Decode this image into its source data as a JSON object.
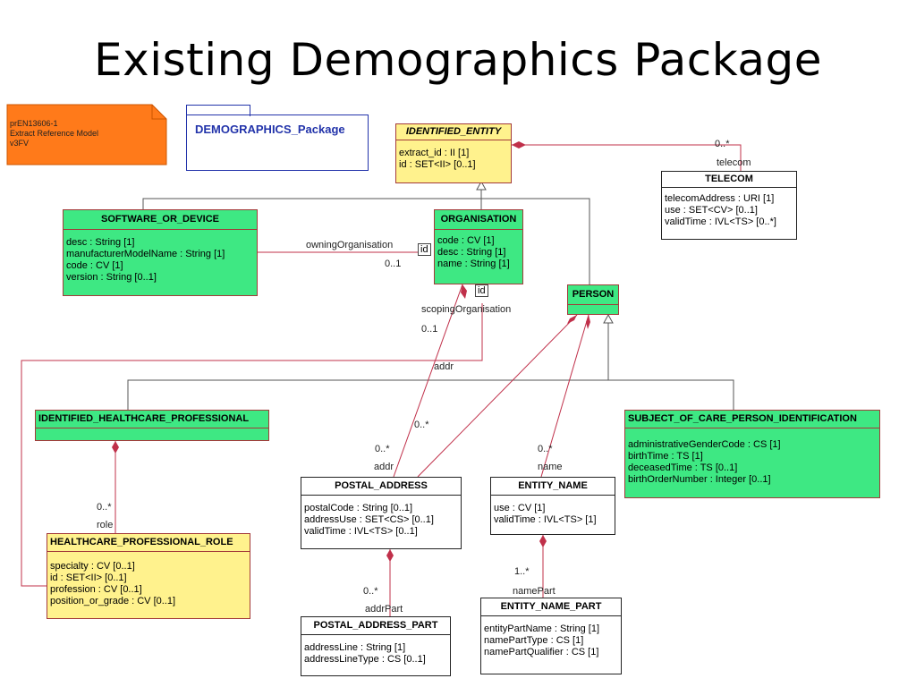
{
  "title": "Existing Demographics Package",
  "note": {
    "lines": [
      "prEN13606-1",
      " Extract Reference Model",
      "v3FV"
    ]
  },
  "package": {
    "name": "DEMOGRAPHICS_Package"
  },
  "classes": {
    "identified_entity": {
      "name": "IDENTIFIED_ENTITY",
      "attrs": [
        "extract_id : II [1]",
        "id : SET<II> [0..1]"
      ]
    },
    "telecom": {
      "name": "TELECOM",
      "attrs": [
        "telecomAddress : URI [1]",
        "use : SET<CV> [0..1]",
        "validTime : IVL<TS> [0..*]"
      ]
    },
    "software_or_device": {
      "name": "SOFTWARE_OR_DEVICE",
      "attrs": [
        "desc : String [1]",
        "manufacturerModelName : String [1]",
        "code : CV [1]",
        "version : String [0..1]"
      ]
    },
    "organisation": {
      "name": "ORGANISATION",
      "attrs": [
        "code : CV [1]",
        "desc : String [1]",
        "name : String [1]"
      ]
    },
    "person": {
      "name": "PERSON"
    },
    "identified_healthcare_professional": {
      "name": "IDENTIFIED_HEALTHCARE_PROFESSIONAL"
    },
    "subject_of_care": {
      "name": "SUBJECT_OF_CARE_PERSON_IDENTIFICATION",
      "attrs": [
        "administrativeGenderCode : CS [1]",
        "birthTime : TS [1]",
        "deceasedTime : TS [0..1]",
        "birthOrderNumber : Integer [0..1]"
      ]
    },
    "healthcare_professional_role": {
      "name": "HEALTHCARE_PROFESSIONAL_ROLE",
      "attrs": [
        "specialty : CV [0..1]",
        "id : SET<II> [0..1]",
        "profession : CV [0..1]",
        "position_or_grade : CV [0..1]"
      ]
    },
    "postal_address": {
      "name": "POSTAL_ADDRESS",
      "attrs": [
        "postalCode : String [0..1]",
        "addressUse : SET<CS> [0..1]",
        "validTime : IVL<TS> [0..1]"
      ]
    },
    "entity_name": {
      "name": "ENTITY_NAME",
      "attrs": [
        "use : CV [1]",
        "validTime : IVL<TS> [1]"
      ]
    },
    "postal_address_part": {
      "name": "POSTAL_ADDRESS_PART",
      "attrs": [
        "addressLine : String [1]",
        "addressLineType : CS [0..1]"
      ]
    },
    "entity_name_part": {
      "name": "ENTITY_NAME_PART",
      "attrs": [
        "entityPartName : String [1]",
        "namePartType : CS [1]",
        "namePartQualifier : CS [1]"
      ]
    }
  },
  "labels": {
    "telecom_mult": "0..*",
    "telecom_role": "telecom",
    "owning_role": "owningOrganisation",
    "owning_mult": "0..1",
    "id_qual1": "id",
    "id_qual2": "id",
    "scoping_role": "scopingOrganisation",
    "scoping_mult": "0..1",
    "addr_top": "addr",
    "addr_mult_mid": "0..*",
    "addr_mult": "0..*",
    "addr_role": "addr",
    "name_mult": "0..*",
    "name_role": "name",
    "role_mult": "0..*",
    "role_role": "role",
    "addrpart_mult": "0..*",
    "addrpart_role": "addrPart",
    "namepart_mult": "1..*",
    "namepart_role": "namePart"
  },
  "colors": {
    "class_green": "#3ee883",
    "class_yellow": "#fff28d",
    "note_orange": "#ff7a1a",
    "line_red": "#c0304a",
    "package_blue": "#2233aa"
  }
}
